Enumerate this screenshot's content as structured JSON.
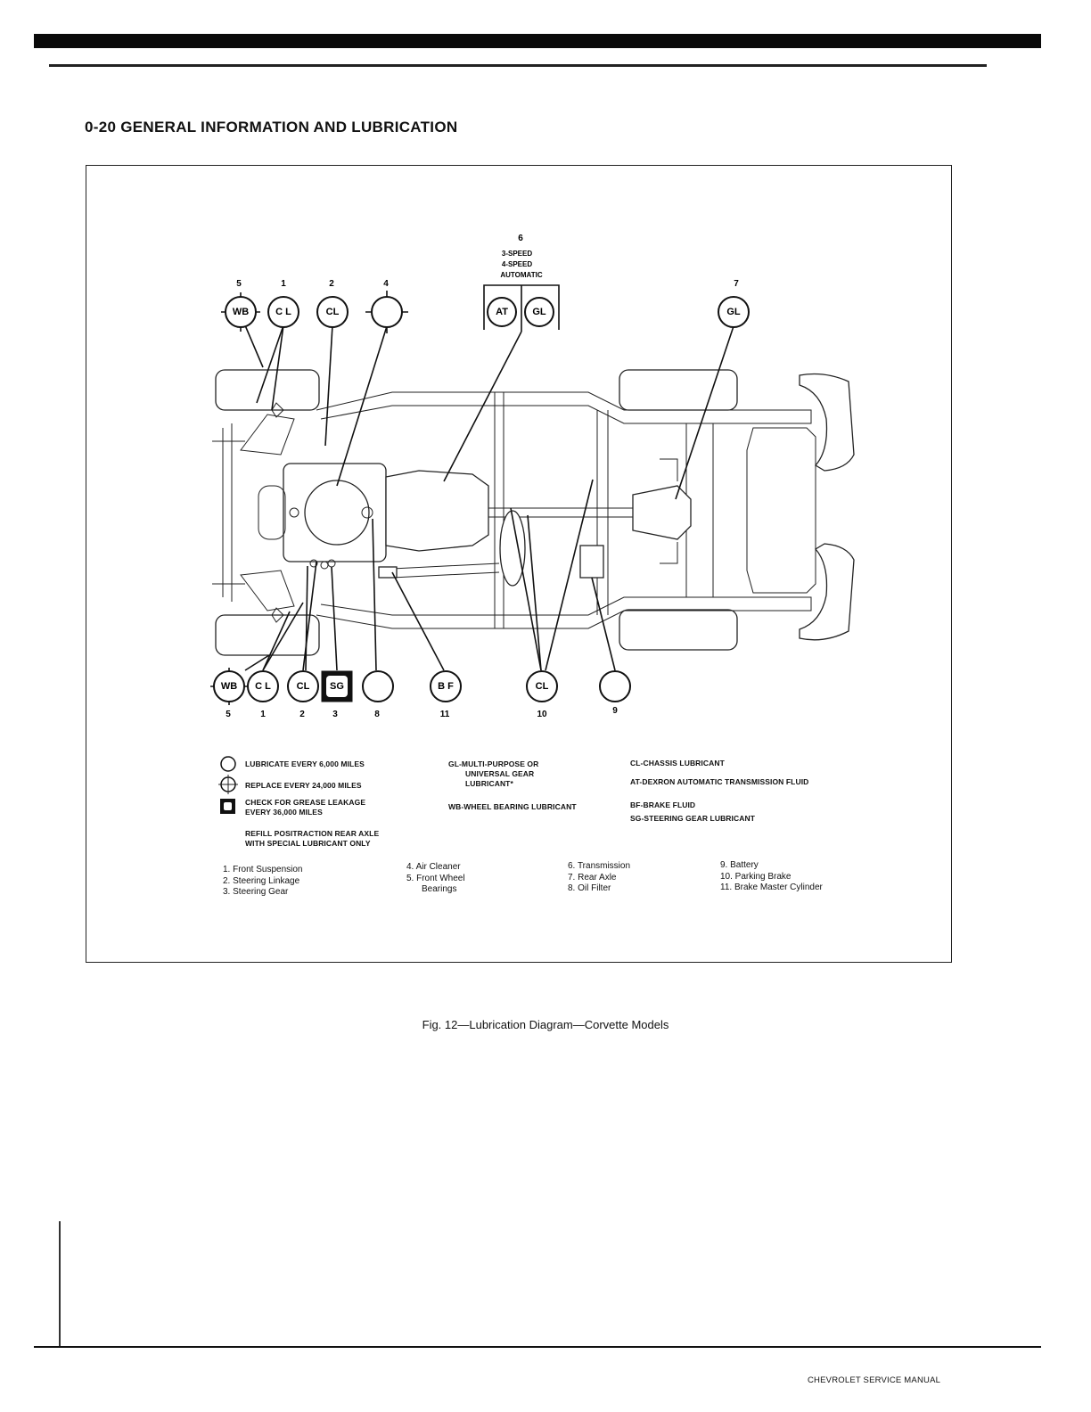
{
  "page": {
    "header": "0-20 GENERAL INFORMATION AND LUBRICATION",
    "caption": "Fig. 12—Lubrication Diagram—Corvette Models",
    "footer": "CHEVROLET SERVICE MANUAL"
  },
  "callouts_top": [
    {
      "num": "5",
      "code": "WB"
    },
    {
      "num": "1",
      "code": "C L"
    },
    {
      "num": "2",
      "code": "CL"
    },
    {
      "num": "4",
      "code": ""
    },
    {
      "num": "7",
      "code": "GL"
    }
  ],
  "transmission_callout": {
    "num": "6",
    "lines": [
      "3-SPEED",
      "4-SPEED",
      "AUTOMATIC"
    ],
    "codes": [
      "AT",
      "GL"
    ]
  },
  "callouts_bottom": [
    {
      "num": "5",
      "code": "WB"
    },
    {
      "num": "1",
      "code": "C L"
    },
    {
      "num": "2",
      "code": "CL"
    },
    {
      "num": "3",
      "code": "SG"
    },
    {
      "num": "8",
      "code": ""
    },
    {
      "num": "11",
      "code": "B F"
    },
    {
      "num": "10",
      "code": "CL"
    },
    {
      "num": "9",
      "code": ""
    }
  ],
  "legend": {
    "symbols": [
      "LUBRICATE EVERY 6,000 MILES",
      "REPLACE EVERY 24,000 MILES",
      "CHECK FOR GREASE LEAKAGE",
      "EVERY 36,000 MILES",
      "REFILL POSITRACTION REAR AXLE",
      "WITH SPECIAL LUBRICANT ONLY"
    ],
    "codes_col2": [
      "GL-MULTI-PURPOSE OR",
      "UNIVERSAL GEAR",
      "LUBRICANT*",
      "WB-WHEEL BEARING LUBRICANT"
    ],
    "codes_col3": [
      "CL-CHASSIS LUBRICANT",
      "AT-DEXRON AUTOMATIC TRANSMISSION FLUID",
      "BF-BRAKE FLUID",
      "SG-STEERING GEAR LUBRICANT"
    ]
  },
  "parts": {
    "col1": [
      "1. Front Suspension",
      "2. Steering Linkage",
      "3. Steering Gear"
    ],
    "col2": [
      "4. Air Cleaner",
      "5. Front Wheel",
      "Bearings"
    ],
    "col3": [
      "6. Transmission",
      "7. Rear Axle",
      "8. Oil Filter"
    ],
    "col4": [
      "9. Battery",
      "10. Parking Brake",
      "11. Brake Master Cylinder"
    ]
  }
}
